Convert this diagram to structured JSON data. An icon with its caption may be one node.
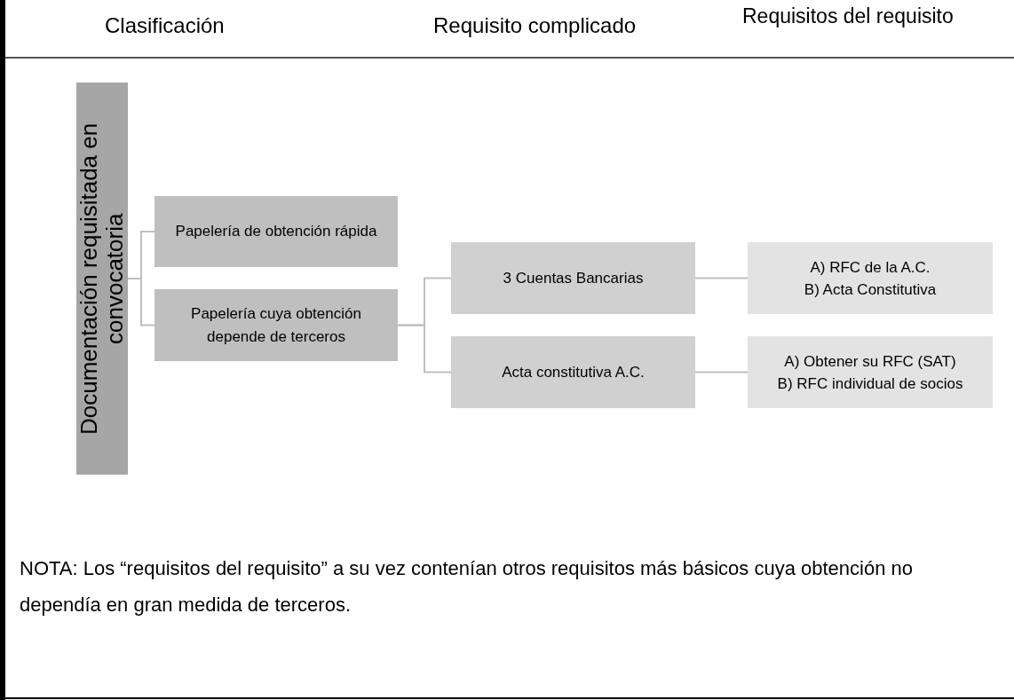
{
  "diagram": {
    "nodes": [
      {
        "text": [
          "Documentación requisitada en convocatoria"
        ]
      },
      {
        "text": [
          "Papelería de obtención rápida"
        ]
      },
      {
        "text": [
          "Papelería cuya obtención depende de terceros"
        ]
      },
      {
        "text": [
          "3 Cuentas Bancarias"
        ]
      },
      {
        "text": [
          "Acta constitutiva A.C."
        ]
      },
      {
        "text": [
          "A) RFC de la A.C.",
          "B) Acta Constitutiva"
        ]
      },
      {
        "text": [
          "A) Obtener su RFC (SAT)",
          "B) RFC individual de socios"
        ]
      }
    ],
    "edges": [
      {
        "from": 0,
        "to": 1,
        "arrow": "none"
      },
      {
        "from": 0,
        "to": 2,
        "arrow": "none"
      },
      {
        "from": 2,
        "to": 3,
        "arrow": "none"
      },
      {
        "from": 2,
        "to": 4,
        "arrow": "none"
      },
      {
        "from": 3,
        "to": 5,
        "arrow": "none"
      },
      {
        "from": 4,
        "to": 6,
        "arrow": "none"
      }
    ],
    "labels": [
      "Clasificación",
      "Requisito complicado",
      "Requisitos del requisito",
      "NOTA: Los “requisitos del requisito” a su vez contenían otros requisitos más básicos cuya obtención no dependía en gran medida de terceros."
    ]
  }
}
